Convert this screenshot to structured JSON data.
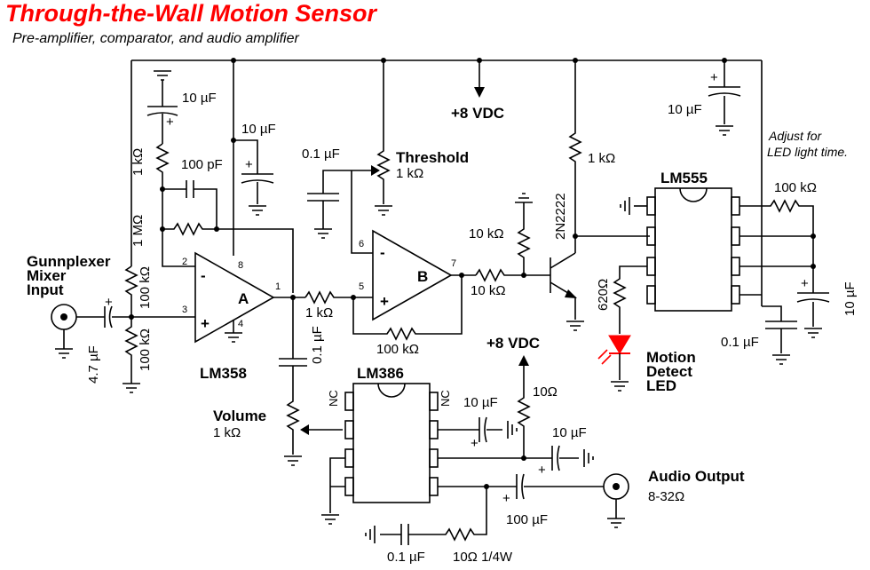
{
  "title": "Through-the-Wall Motion Sensor",
  "subtitle": "Pre-amplifier, comparator, and audio amplifier",
  "supply": {
    "top_label": "+8 VDC",
    "lower_label": "+8 VDC"
  },
  "input": {
    "label_line1": "Gunnplexer",
    "label_line2": "Mixer",
    "label_line3": "Input"
  },
  "components": {
    "c_input": "4.7 µF",
    "r_div_top": "1 MΩ",
    "r_div_bot": "100 kΩ",
    "r_in_series": "100 kΩ",
    "c_fb_top": "10 µF",
    "r_fb_top": "1 kΩ",
    "c_fb_pf": "100 pF",
    "c_decouple": "10 µF",
    "opamp_a": "A",
    "opamp_a_chip": "LM358",
    "r_a_to_b": "1 kΩ",
    "r_b_fb": "100 kΩ",
    "c_thr": "0.1 µF",
    "thr_label": "Threshold",
    "thr_value": "1 kΩ",
    "opamp_b": "B",
    "r_base1": "10 kΩ",
    "r_base2": "10 kΩ",
    "transistor": "2N2222",
    "r_collector": "1 kΩ",
    "timer_chip": "LM555",
    "r_timer": "100 kΩ",
    "c_timer": "10 µF",
    "c_timer_small": "0.1 µF",
    "r_led": "620Ω",
    "led_label_line1": "Motion",
    "led_label_line2": "Detect",
    "led_label_line3": "LED",
    "c_supply_top": "10 µF",
    "adjust_note_line1": "Adjust for",
    "adjust_note_line2": "LED light time.",
    "c_vol": "0.1 µF",
    "vol_label": "Volume",
    "vol_value": "1 kΩ",
    "amp_chip": "LM386",
    "nc_left": "NC",
    "nc_right": "NC",
    "r_amp_supply": "10Ω",
    "c_amp_1": "10 µF",
    "c_amp_2": "10 µF",
    "c_out": "100 µF",
    "c_zobel": "0.1 µF",
    "r_zobel": "10Ω 1/4W",
    "audio_out_label": "Audio Output",
    "audio_out_value": "8-32Ω"
  },
  "pins": {
    "p2": "2",
    "p3": "3",
    "p8": "8",
    "p4": "4",
    "p1": "1",
    "p6": "6",
    "p5": "5",
    "p7": "7"
  },
  "signs": {
    "minus": "-",
    "plus": "+"
  }
}
